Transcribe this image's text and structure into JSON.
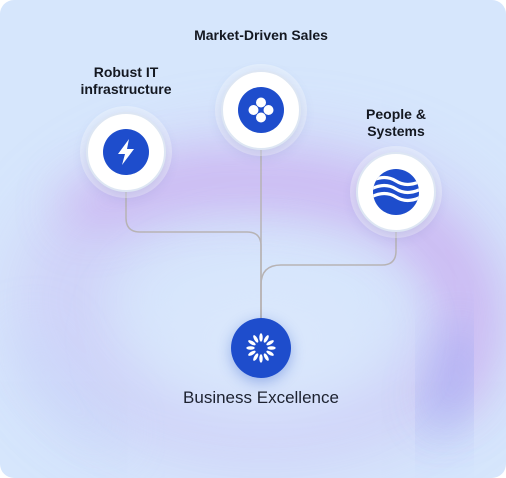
{
  "colors": {
    "background": "#d6e6fc",
    "accent": "#1e4dcc",
    "connector": "#b7b3b4",
    "glow_purple": "#c59be8",
    "glow_blue": "#8fa6f2"
  },
  "core": {
    "label": "Business Excellence",
    "icon": "sparkle-burst-icon"
  },
  "nodes": [
    {
      "key": "it",
      "label": "Robust IT infrastructure",
      "icon": "lightning-bolt-icon"
    },
    {
      "key": "sales",
      "label": "Market-Driven Sales",
      "icon": "four-dots-icon"
    },
    {
      "key": "people",
      "label": "People & Systems",
      "icon": "wave-globe-icon"
    }
  ]
}
